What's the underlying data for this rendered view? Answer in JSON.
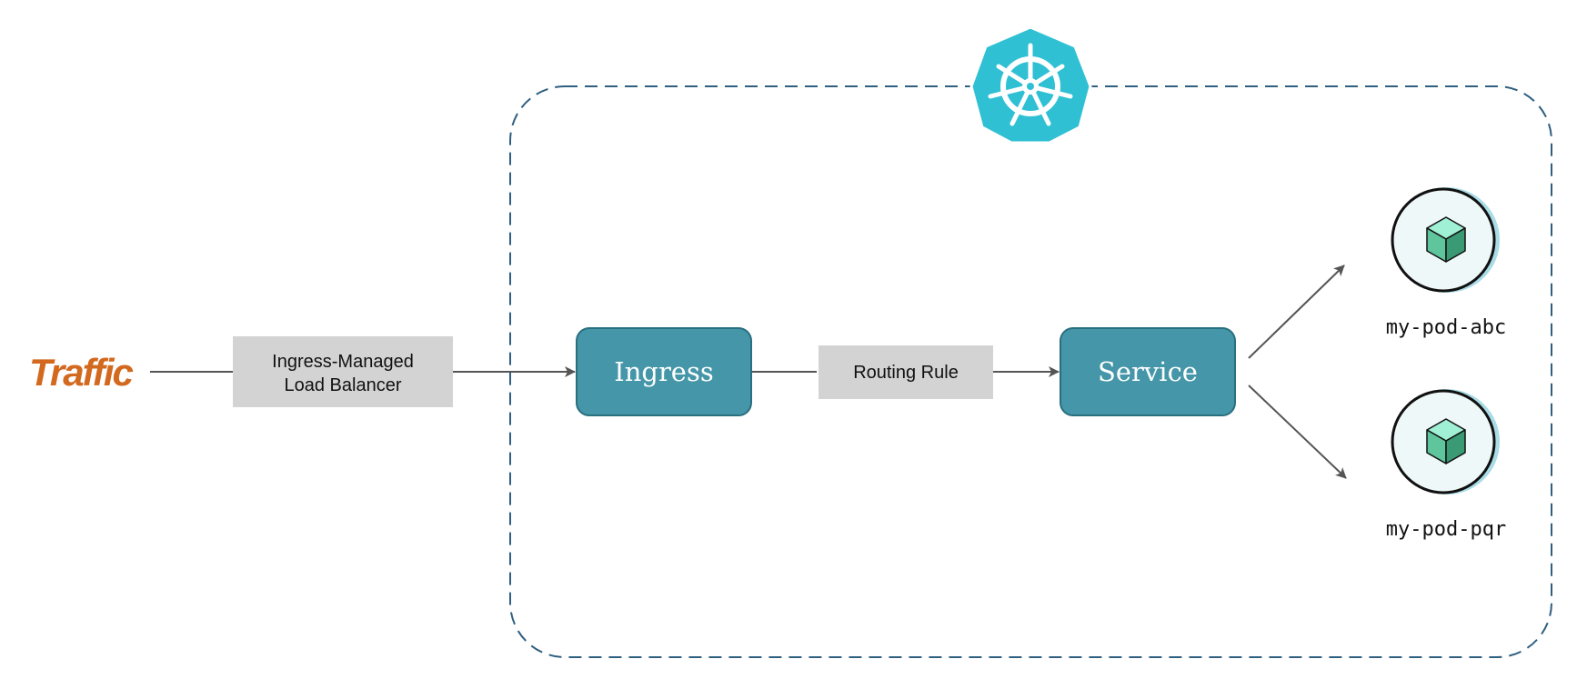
{
  "traffic": {
    "label": "Traffic"
  },
  "load_balancer": {
    "line1": "Ingress-Managed",
    "line2": "Load Balancer"
  },
  "ingress": {
    "label": "Ingress"
  },
  "routing_rule": {
    "label": "Routing Rule"
  },
  "service": {
    "label": "Service"
  },
  "pods": [
    {
      "name": "my-pod-abc"
    },
    {
      "name": "my-pod-pqr"
    }
  ],
  "cluster": {
    "icon": "kubernetes-helm-icon"
  },
  "colors": {
    "traffic": "#d2691e",
    "box_teal": "#4496a8",
    "box_teal_border": "#2a6f7f",
    "label_gray": "#d3d3d3",
    "cluster_dash": "#2f5f80",
    "k8s_blue": "#2fc0d4",
    "arrow": "#555555",
    "pod_bg": "#eef8f8",
    "pod_shadow": "#a9dce6",
    "cube_light": "#9ff0d4",
    "cube_mid": "#5fc59c",
    "cube_dark": "#3a9a74"
  }
}
